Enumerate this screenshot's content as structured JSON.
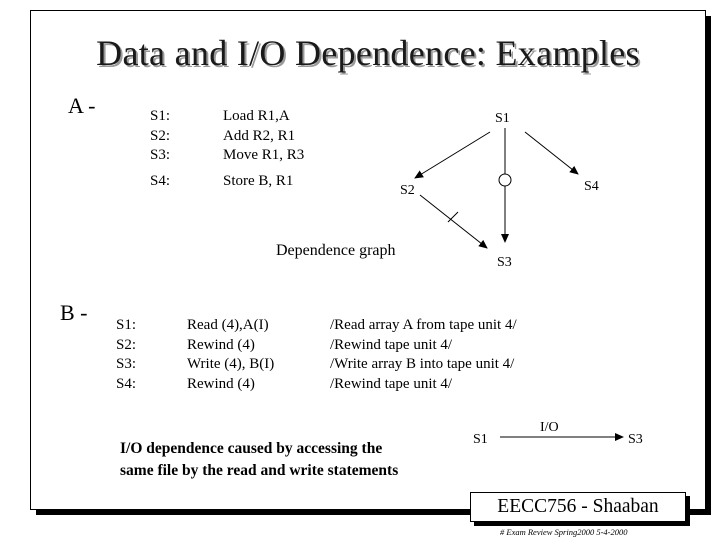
{
  "title": "Data and I/O Dependence:  Examples",
  "section_a": {
    "label": "A -",
    "statements": [
      "S1:",
      "S2:",
      "S3:",
      "S4:"
    ],
    "instructions": [
      "Load R1,A",
      "Add R2, R1",
      "Move R1, R3",
      "Store B, R1"
    ],
    "graph_caption": "Dependence graph",
    "nodes": {
      "s1": "S1",
      "s2": "S2",
      "s3": "S3",
      "s4": "S4"
    }
  },
  "section_b": {
    "label": "B -",
    "statements": [
      "S1:",
      "S2:",
      "S3:",
      "S4:"
    ],
    "instructions": [
      "Read (4),A(I)",
      "Rewind (4)",
      "Write (4), B(I)",
      "Rewind (4)"
    ],
    "comments": [
      "/Read array A from tape unit 4/",
      "/Rewind tape unit 4/",
      "/Write array B into tape unit 4/",
      "/Rewind tape unit 4/"
    ],
    "note_line1": "I/O dependence caused by accessing the",
    "note_line2": "same file by the read and write statements",
    "io_graph": {
      "from": "S1",
      "to": "S3",
      "edge_label": "I/O"
    }
  },
  "footer": {
    "badge": "EECC756 - Shaaban",
    "small": "#  Exam Review  Spring2000  5-4-2000"
  }
}
